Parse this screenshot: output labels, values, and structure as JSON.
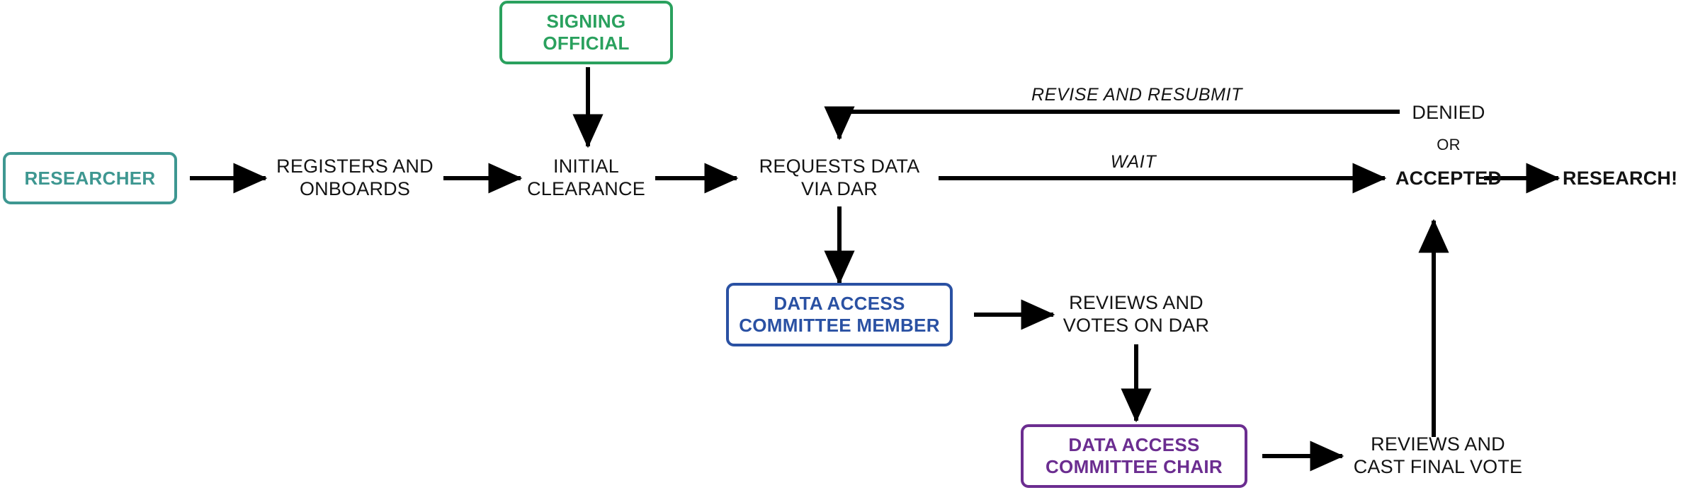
{
  "diagram": {
    "title": "Data Access Request Workflow",
    "colors": {
      "researcher": "#3e9791",
      "signing_official": "#2aa15e",
      "dac_member": "#2a51a3",
      "dac_chair": "#6b2d90",
      "line": "#000000",
      "background": "#ffffff"
    },
    "actors": [
      {
        "id": "researcher",
        "label": "RESEARCHER",
        "color": "#3e9791"
      },
      {
        "id": "signing_official",
        "label_line1": "SIGNING",
        "label_line2": "OFFICIAL",
        "color": "#2aa15e"
      },
      {
        "id": "dac_member",
        "label_line1": "DATA ACCESS",
        "label_line2": "COMMITTEE MEMBER",
        "color": "#2a51a3"
      },
      {
        "id": "dac_chair",
        "label_line1": "DATA ACCESS",
        "label_line2": "COMMITTEE CHAIR",
        "color": "#6b2d90"
      }
    ],
    "steps": [
      {
        "id": "registers_and_onboards",
        "line1": "REGISTERS AND",
        "line2": "ONBOARDS"
      },
      {
        "id": "initial_clearance",
        "line1": "INITIAL",
        "line2": "CLEARANCE"
      },
      {
        "id": "requests_data_via_dar",
        "line1": "REQUESTS DATA",
        "line2": "VIA DAR"
      },
      {
        "id": "reviews_and_votes_on_dar",
        "line1": "REVIEWS AND",
        "line2": "VOTES ON DAR"
      },
      {
        "id": "reviews_and_cast_final_vote",
        "line1": "REVIEWS AND",
        "line2": "CAST FINAL VOTE"
      }
    ],
    "outcomes": {
      "denied": "DENIED",
      "or": "OR",
      "accepted": "ACCEPTED",
      "research": "RESEARCH!"
    },
    "edge_labels": {
      "revise_and_resubmit": "REVISE AND RESUBMIT",
      "wait": "WAIT"
    }
  }
}
